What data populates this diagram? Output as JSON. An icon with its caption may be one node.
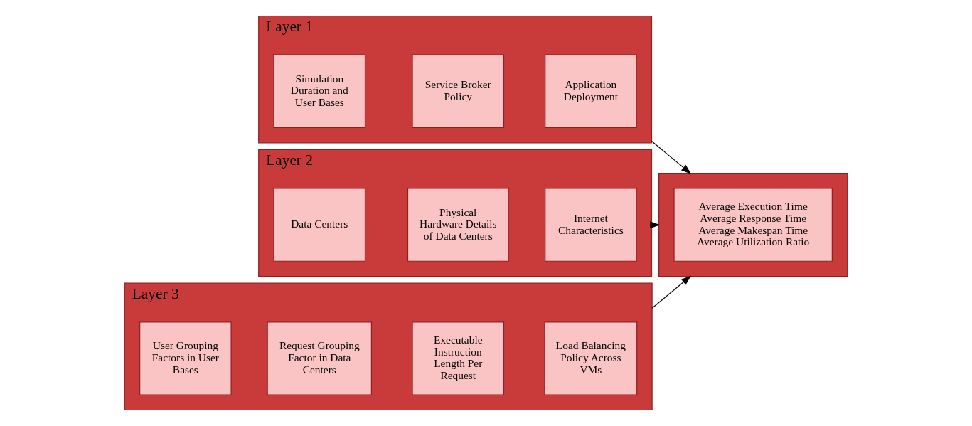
{
  "diagram": {
    "nodes": [
      {
        "text": [
          "Layer 1"
        ]
      },
      {
        "text": [
          "Simulation Duration and User Bases"
        ],
        "in": 0
      },
      {
        "text": [
          "Service Broker Policy"
        ],
        "in": 0
      },
      {
        "text": [
          "Application Deployment"
        ],
        "in": 0
      },
      {
        "text": [
          "Layer 2"
        ]
      },
      {
        "text": [
          "Data Centers"
        ],
        "in": 4
      },
      {
        "text": [
          "Physical Hardware Details of Data Centers"
        ],
        "in": 4
      },
      {
        "text": [
          "Internet Characteristics"
        ],
        "in": 4
      },
      {
        "text": [
          "Layer 3"
        ]
      },
      {
        "text": [
          "User Grouping Factors in User Bases"
        ],
        "in": 8
      },
      {
        "text": [
          "Request Grouping Factor in Data Centers"
        ],
        "in": 8
      },
      {
        "text": [
          "Executable Instruction Length Per Request"
        ],
        "in": 8
      },
      {
        "text": [
          "Load Balancing Policy Across VMs"
        ],
        "in": 8
      },
      {
        "text": [],
        "shape": "box"
      },
      {
        "text": [
          "Average Execution Time",
          "Average Response Time",
          "Average Makespan Time",
          "Average Utilization Ratio"
        ],
        "in": 13
      }
    ],
    "edges": [
      {
        "from": 0,
        "to": 13,
        "arrow": "to"
      },
      {
        "from": 4,
        "to": 13,
        "arrow": "to"
      },
      {
        "from": 8,
        "to": 13,
        "arrow": "to"
      }
    ]
  }
}
